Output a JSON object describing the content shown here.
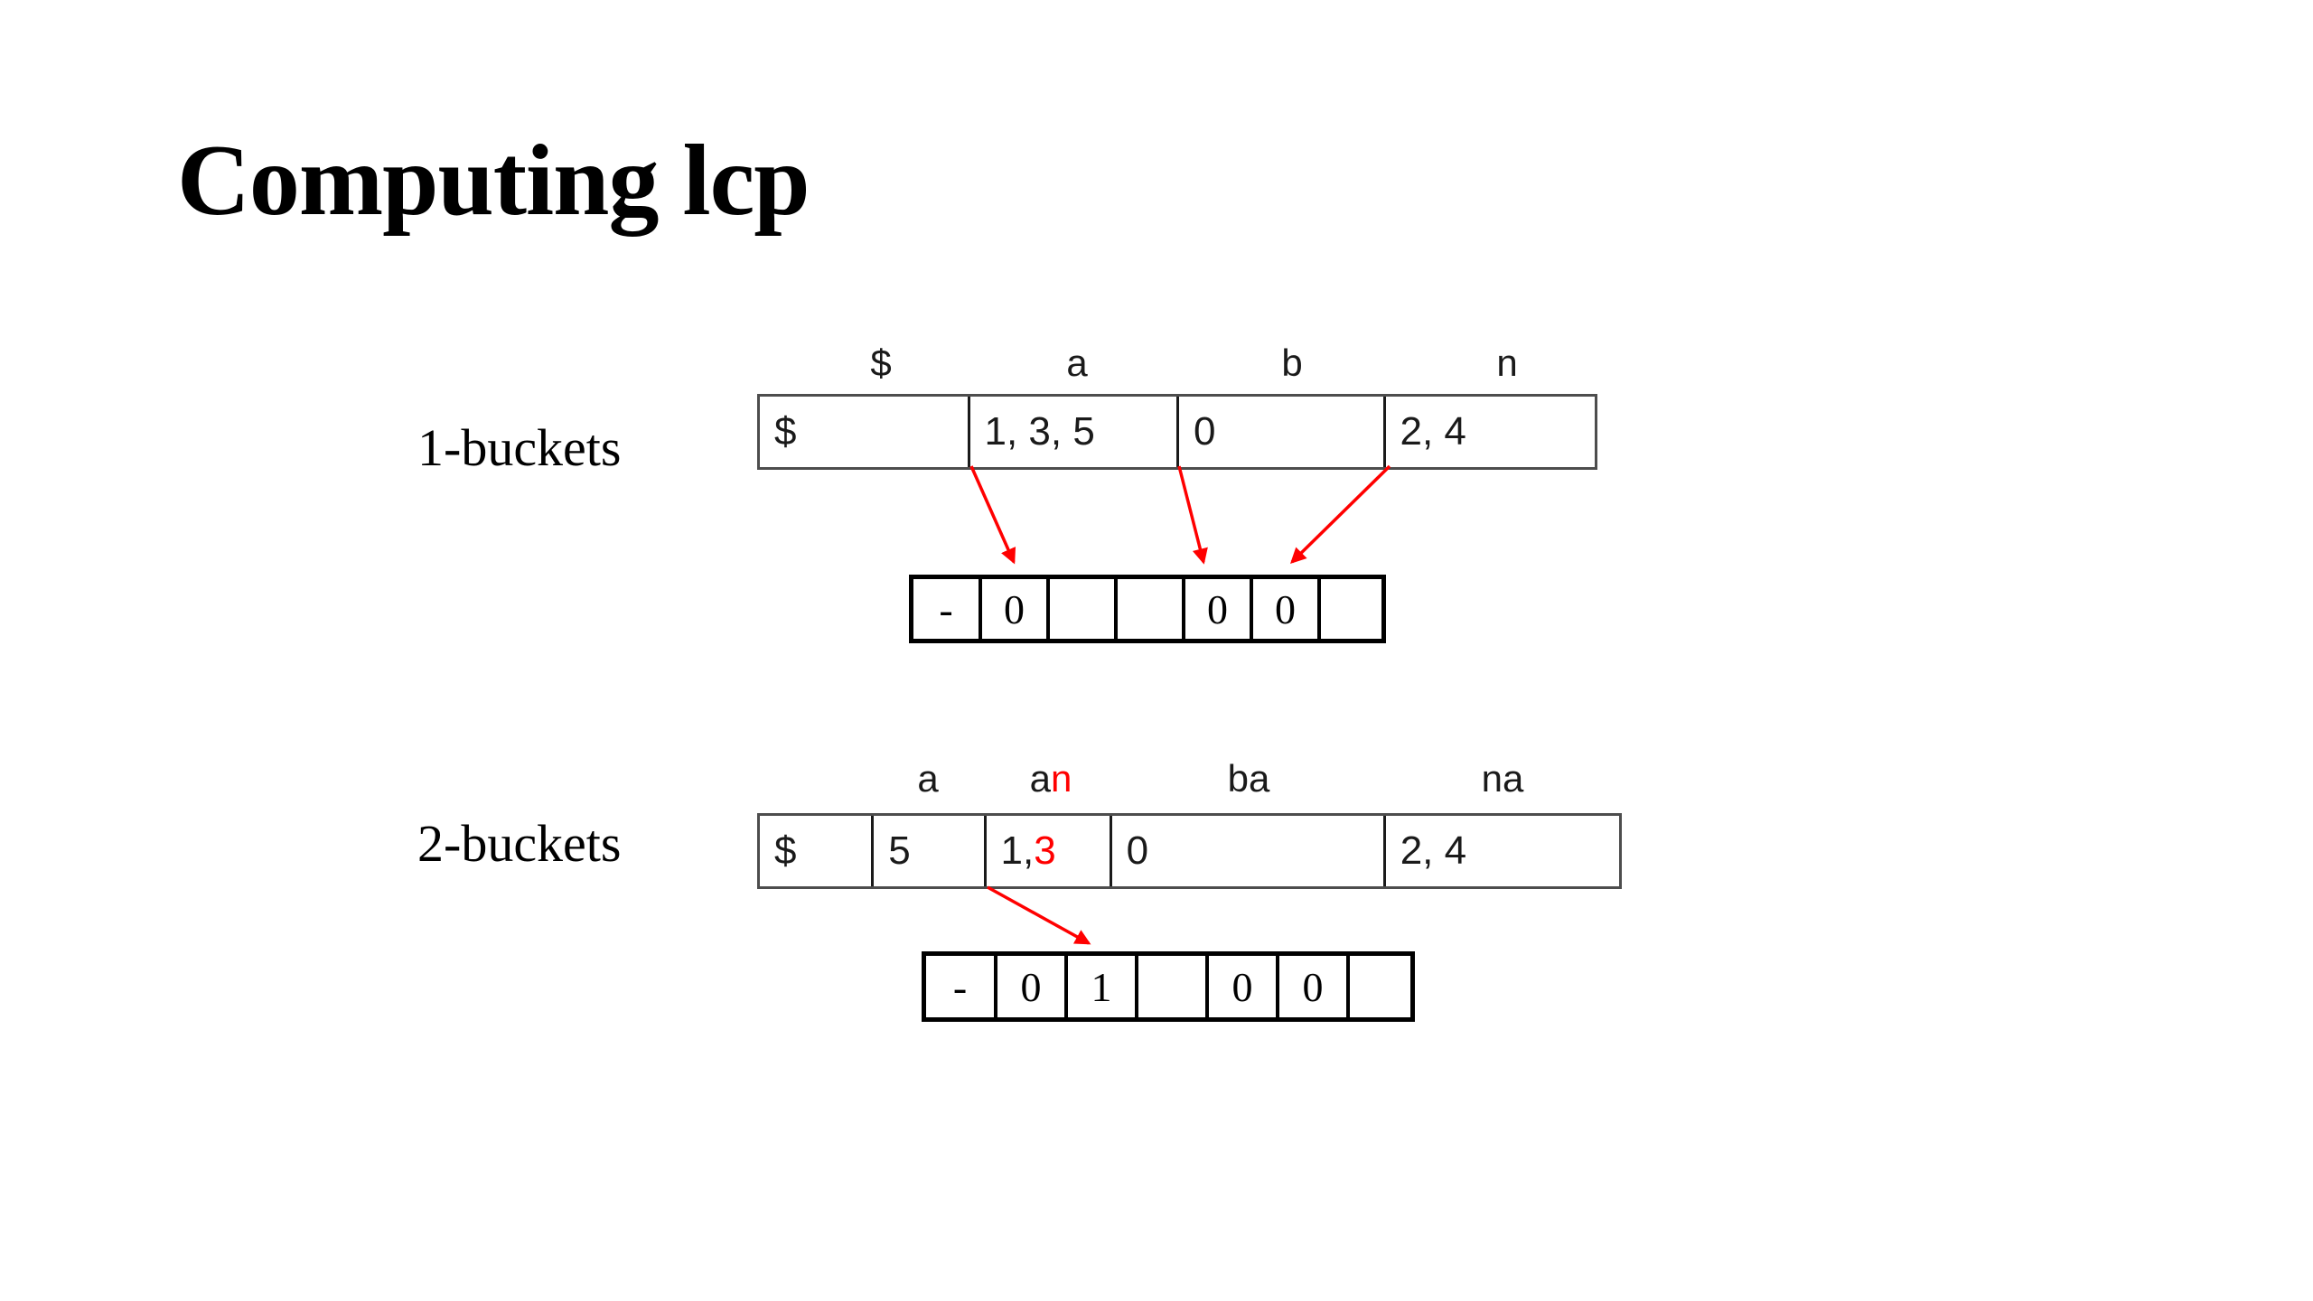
{
  "slide": {
    "title": "Computing lcp",
    "background_color": "#ffffff",
    "accent_color": "#ff0000",
    "ink_color": "#000000"
  },
  "sections": [
    {
      "label": "1-buckets",
      "column_headers": [
        {
          "text": "$",
          "highlight": ""
        },
        {
          "text": "a",
          "highlight": ""
        },
        {
          "text": "b",
          "highlight": ""
        },
        {
          "text": "n",
          "highlight": ""
        }
      ],
      "bucket_cells": [
        {
          "text": "$",
          "highlight": ""
        },
        {
          "text": "1, 3, 5",
          "highlight": ""
        },
        {
          "text": "0",
          "highlight": ""
        },
        {
          "text": "2, 4",
          "highlight": ""
        }
      ],
      "lcp_cells": [
        "-",
        "0",
        "",
        "",
        "0",
        "0",
        ""
      ]
    },
    {
      "label": "2-buckets",
      "column_headers": [
        {
          "text": "a",
          "highlight": ""
        },
        {
          "text": "a",
          "highlight": "n"
        },
        {
          "text": "ba",
          "highlight": ""
        },
        {
          "text": "na",
          "highlight": ""
        }
      ],
      "bucket_cells": [
        {
          "text": "$",
          "highlight": ""
        },
        {
          "text": "5",
          "highlight": ""
        },
        {
          "text": "1, ",
          "highlight": "3"
        },
        {
          "text": "0",
          "highlight": ""
        },
        {
          "text": "2, 4",
          "highlight": ""
        }
      ],
      "lcp_cells": [
        "-",
        "0",
        "1",
        "",
        "0",
        "0",
        ""
      ]
    }
  ]
}
